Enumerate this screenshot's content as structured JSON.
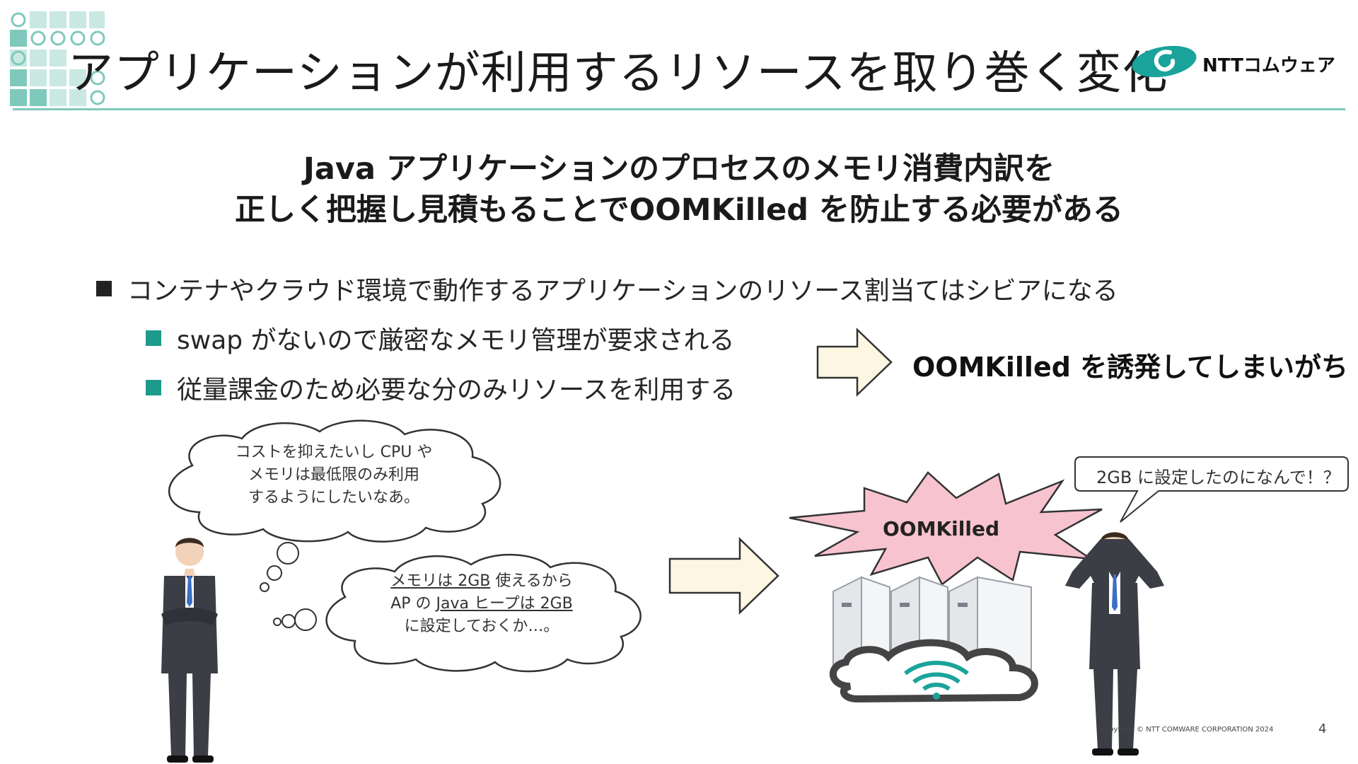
{
  "title": "アプリケーションが利用するリソースを取り巻く変化",
  "logo": {
    "text": "NTTコムウェア",
    "icon": "ntt-comware-logo-icon",
    "color": "#1aa39a"
  },
  "headline": {
    "line1": "Java アプリケーションのプロセスのメモリ消費内訳を",
    "line2": "正しく把握し見積もることでOOMKilled を防止する必要がある"
  },
  "bullets": {
    "main": "コンテナやクラウド環境で動作するアプリケーションのリソース割当てはシビアになる",
    "sub": [
      "swap がないので厳密なメモリ管理が要求される",
      "従量課金のため必要な分のみリソースを利用する"
    ]
  },
  "result": "OOMKilled を誘発してしまいがち",
  "thought1": {
    "line1": "コストを抑えたいし CPU や",
    "line2": "メモリは最低限のみ利用",
    "line3": "するようにしたいなあ。"
  },
  "thought2": {
    "l1a": "メモリは 2GB",
    "l1b": " 使えるから",
    "l2a": "AP の ",
    "l2b": "Java ヒープは 2GB",
    "line3": "に設定しておくか…。"
  },
  "burst": "OOMKilled",
  "speech": "2GB に設定したのになんで！？",
  "footer": {
    "copyright": "Copyright © NTT COMWARE CORPORATION 2024",
    "page": "4"
  },
  "colors": {
    "accent": "#1c9a8c",
    "rule": "#7fc9bc",
    "burst": "#f7c3cf",
    "arrow_fill": "#fcf6e3"
  }
}
